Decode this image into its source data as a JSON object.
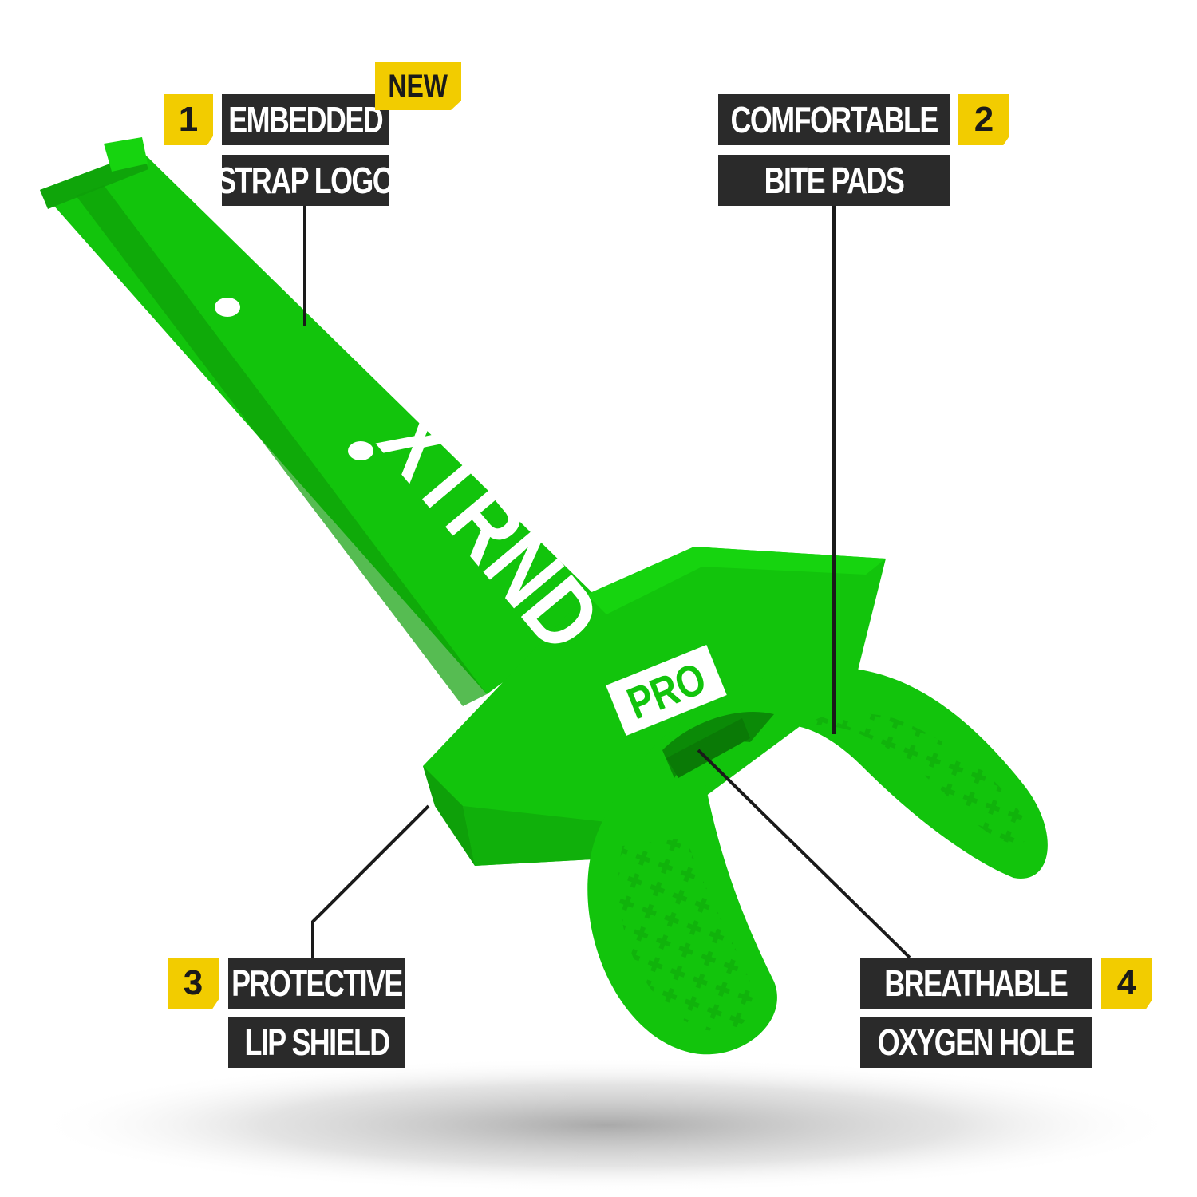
{
  "callouts": [
    {
      "number": "1",
      "line1": "EMBEDDED",
      "line2": "STRAP LOGO",
      "badge": "NEW"
    },
    {
      "number": "2",
      "line1": "COMFORTABLE",
      "line2": "BITE PADS"
    },
    {
      "number": "3",
      "line1": "PROTECTIVE",
      "line2": "LIP SHIELD"
    },
    {
      "number": "4",
      "line1": "BREATHABLE",
      "line2": "OXYGEN HOLE"
    }
  ],
  "product": {
    "strap_logo": "XTRND",
    "shield_badge": "PRO",
    "body_color": "#12c40c",
    "accent_color": "#f2cc00",
    "label_color": "#2a2a2a"
  }
}
